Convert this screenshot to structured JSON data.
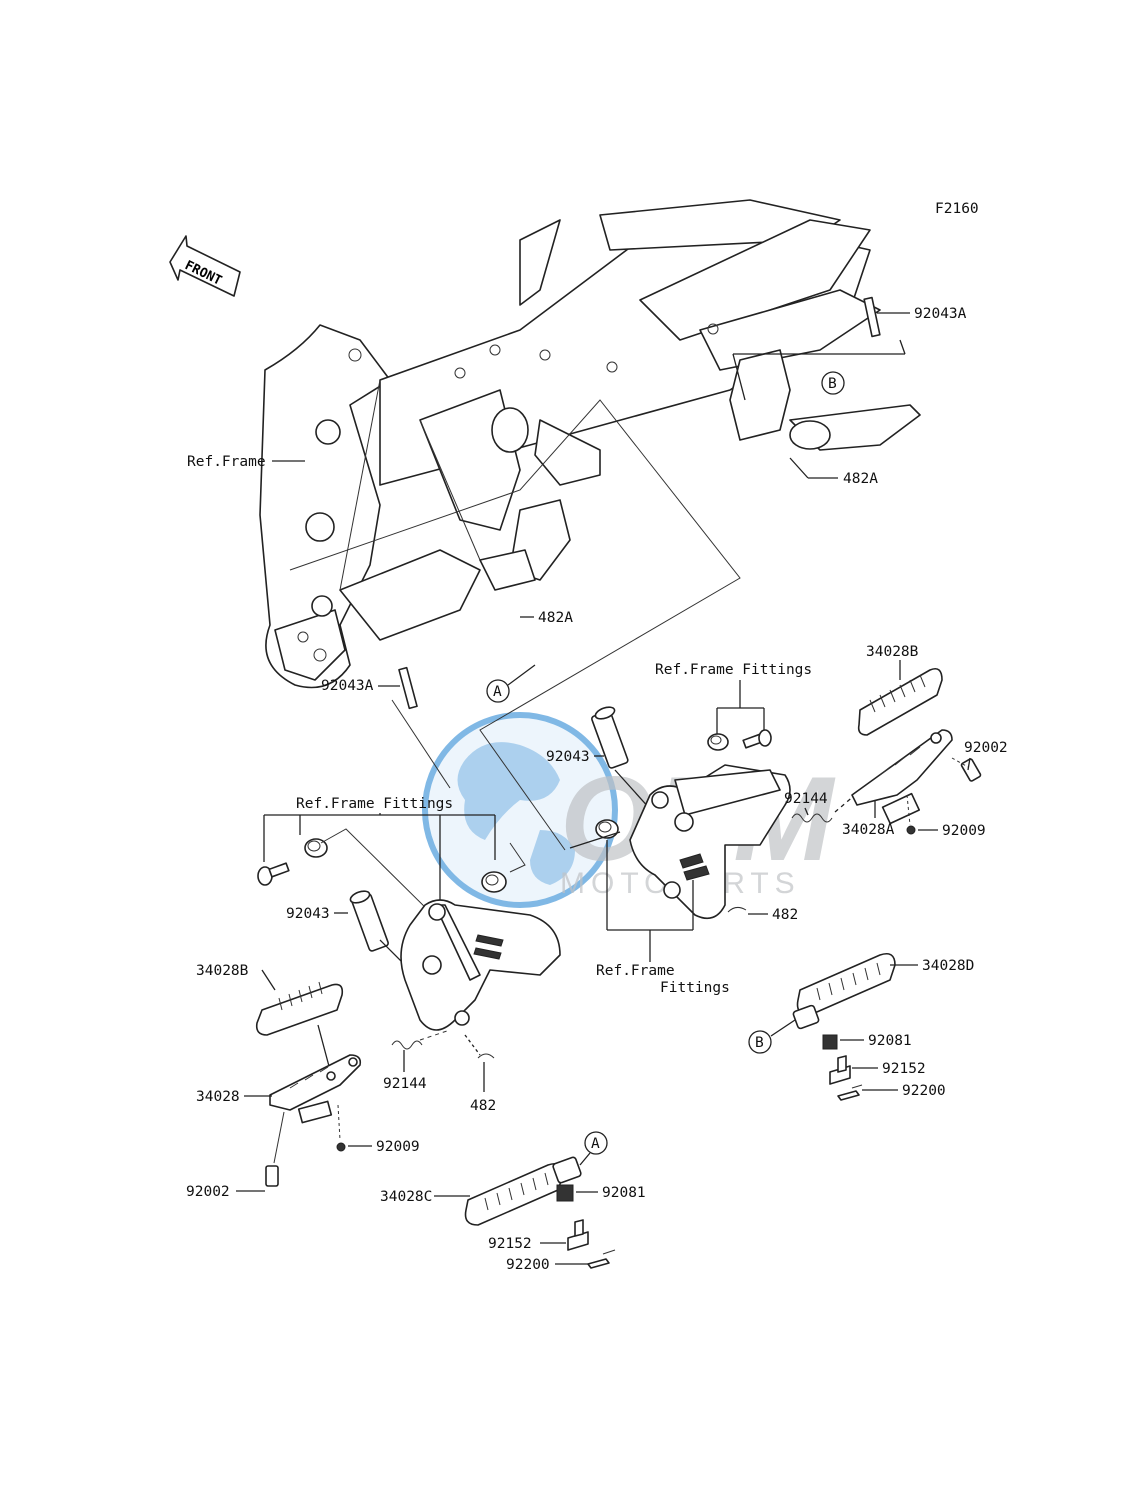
{
  "diagram_code": "F2160",
  "front_marker": "FRONT",
  "watermark": {
    "brand": "OEM",
    "sub": "MOTOPARTS",
    "globe_color": "#1a7fd0",
    "text_color": "#8c9096"
  },
  "callouts": {
    "A": "A",
    "B": "B"
  },
  "labels": {
    "ref_frame": "Ref.Frame",
    "ref_frame_fittings_right": "Ref.Frame Fittings",
    "ref_frame_fittings_left": "Ref.Frame Fittings",
    "ref_frame_fittings_bottom_1": "Ref.Frame",
    "ref_frame_fittings_bottom_2": "Fittings",
    "p_92043A_top": "92043A",
    "p_482A_top": "482A",
    "p_482A_mid": "482A",
    "p_92043A_left": "92043A",
    "p_92043_right": "92043",
    "p_92144_right": "92144",
    "p_34028B_right": "34028B",
    "p_92002_right": "92002",
    "p_34028A": "34028A",
    "p_92009_right": "92009",
    "p_482_right": "482",
    "p_92043_left": "92043",
    "p_34028B_left": "34028B",
    "p_34028": "34028",
    "p_92144_left": "92144",
    "p_482_left": "482",
    "p_92009_left": "92009",
    "p_92002_left": "92002",
    "p_34028D": "34028D",
    "p_92081_right": "92081",
    "p_92152_right": "92152",
    "p_92200_right": "92200",
    "p_34028C": "34028C",
    "p_92081_bottom": "92081",
    "p_92152_bottom": "92152",
    "p_92200_bottom": "92200"
  }
}
